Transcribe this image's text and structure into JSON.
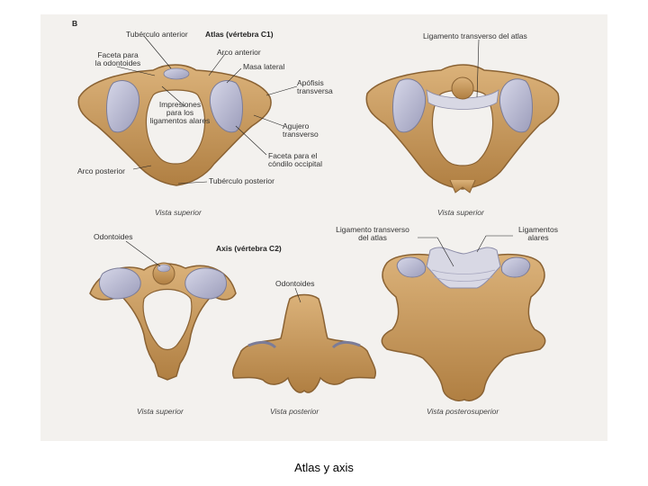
{
  "plate": {
    "letter": "B",
    "atlas_title": "Atlas (vértebra C1)",
    "axis_title": "Axis (vértebra C2)",
    "labels": {
      "tuberculo_anterior": "Tubérculo anterior",
      "faceta_odontoides_1": "Faceta para",
      "faceta_odontoides_2": "la odontoides",
      "arco_anterior": "Arco anterior",
      "masa_lateral": "Masa lateral",
      "apofisis_1": "Apófisis",
      "apofisis_2": "transversa",
      "impresiones_1": "Impresiones",
      "impresiones_2": "para los",
      "impresiones_3": "ligamentos alares",
      "agujero_1": "Agujero",
      "agujero_2": "transverso",
      "faceta_condilo_1": "Faceta para el",
      "faceta_condilo_2": "cóndilo occipital",
      "arco_posterior": "Arco posterior",
      "tuberculo_posterior": "Tubérculo posterior",
      "lig_transverso_atlas": "Ligamento transverso del atlas",
      "odontoides_left": "Odontoides",
      "odontoides_center": "Odontoides",
      "lig_transverso_1": "Ligamento transverso",
      "lig_transverso_2": "del atlas",
      "lig_alares_1": "Ligamentos",
      "lig_alares_2": "alares"
    },
    "views": {
      "v1": "Vista superior",
      "v2": "Vista superior",
      "v3": "Vista superior",
      "v4": "Vista posterior",
      "v5": "Vista posterosuperior"
    },
    "colors": {
      "bone": "#c99a5c",
      "bone_dark": "#8a6233",
      "cartilage": "#b8b9d0",
      "ligament": "#d8d8e4"
    }
  },
  "caption": "Atlas y axis"
}
